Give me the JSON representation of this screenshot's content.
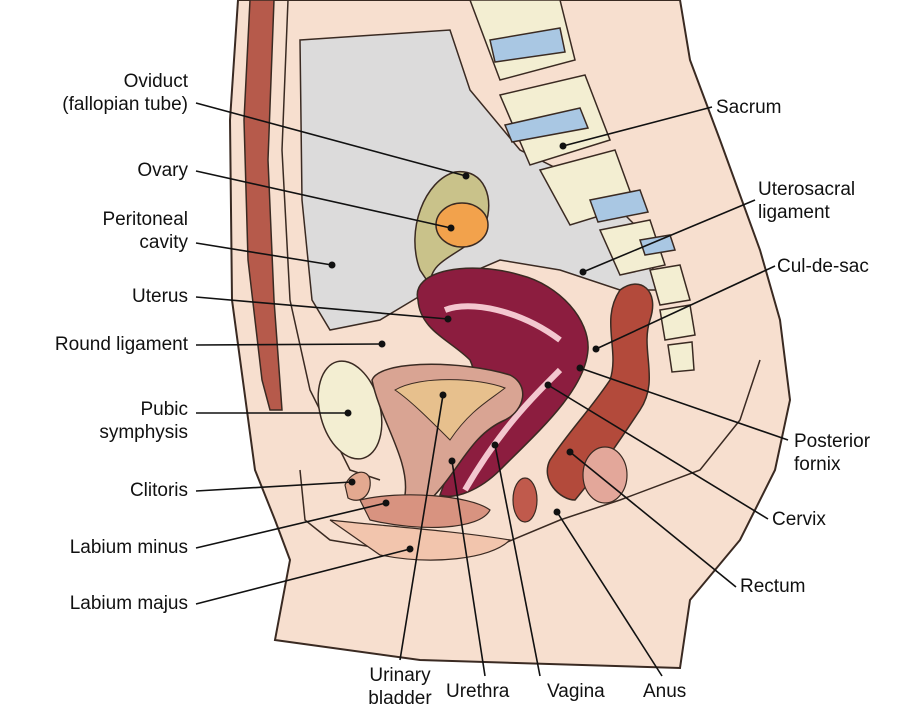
{
  "labels": {
    "oviduct": {
      "line1": "Oviduct",
      "line2": "(fallopian tube)"
    },
    "ovary": "Ovary",
    "peritoneal_cavity": {
      "line1": "Peritoneal",
      "line2": "cavity"
    },
    "uterus": "Uterus",
    "round_ligament": "Round ligament",
    "pubic_symphysis": {
      "line1": "Pubic",
      "line2": "symphysis"
    },
    "clitoris": "Clitoris",
    "labium_minus": "Labium minus",
    "labium_majus": "Labium majus",
    "urinary_bladder": {
      "line1": "Urinary",
      "line2": "bladder"
    },
    "urethra": "Urethra",
    "vagina": "Vagina",
    "anus": "Anus",
    "sacrum": "Sacrum",
    "uterosacral_ligament": {
      "line1": "Uterosacral",
      "line2": "ligament"
    },
    "cul_de_sac": "Cul-de-sac",
    "posterior_fornix": {
      "line1": "Posterior",
      "line2": "fornix"
    },
    "cervix": "Cervix",
    "rectum": "Rectum"
  }
}
